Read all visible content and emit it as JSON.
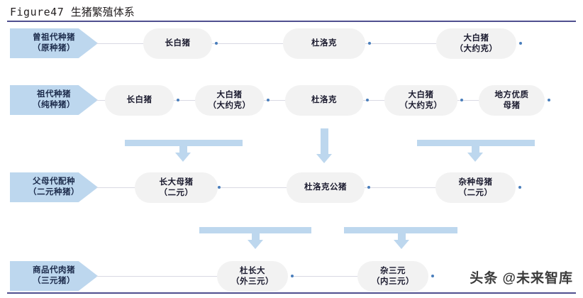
{
  "figure": {
    "label": "Figure47",
    "title_cn": "生猪繁殖体系",
    "accent_rule_color": "#4f4f8f",
    "stage_fill": "#bdd7ee",
    "node_fill": "#f2f2f2",
    "dot_color": "#4a7ebb",
    "connector_color": "#d9d9e3"
  },
  "rows": [
    {
      "stage": {
        "line1": "曾祖代种猪",
        "line2": "（原种猪）"
      },
      "nodes": [
        {
          "line1": "长白猪",
          "line2": ""
        },
        {
          "line1": "杜洛克",
          "line2": ""
        },
        {
          "line1": "大白猪",
          "line2": "（大约克）"
        }
      ]
    },
    {
      "stage": {
        "line1": "祖代种猪",
        "line2": "（纯种猪）"
      },
      "nodes": [
        {
          "line1": "长白猪",
          "line2": ""
        },
        {
          "line1": "大白猪",
          "line2": "（大约克）"
        },
        {
          "line1": "杜洛克",
          "line2": ""
        },
        {
          "line1": "大白猪",
          "line2": "（大约克）"
        },
        {
          "line1": "地方优质",
          "line2": "母猪"
        }
      ]
    },
    {
      "stage": {
        "line1": "父母代配种",
        "line2": "（二元种猪）"
      },
      "nodes": [
        {
          "line1": "长大母猪",
          "line2": "（二元）"
        },
        {
          "line1": "杜洛克公猪",
          "line2": ""
        },
        {
          "line1": "杂种母猪",
          "line2": "（二元）"
        }
      ]
    },
    {
      "stage": {
        "line1": "商品代肉猪",
        "line2": "（三元猪）"
      },
      "nodes": [
        {
          "line1": "杜长大",
          "line2": "（外三元）"
        },
        {
          "line1": "杂三元",
          "line2": "（内三元）"
        }
      ]
    }
  ],
  "watermark": "头条 @未来智库"
}
